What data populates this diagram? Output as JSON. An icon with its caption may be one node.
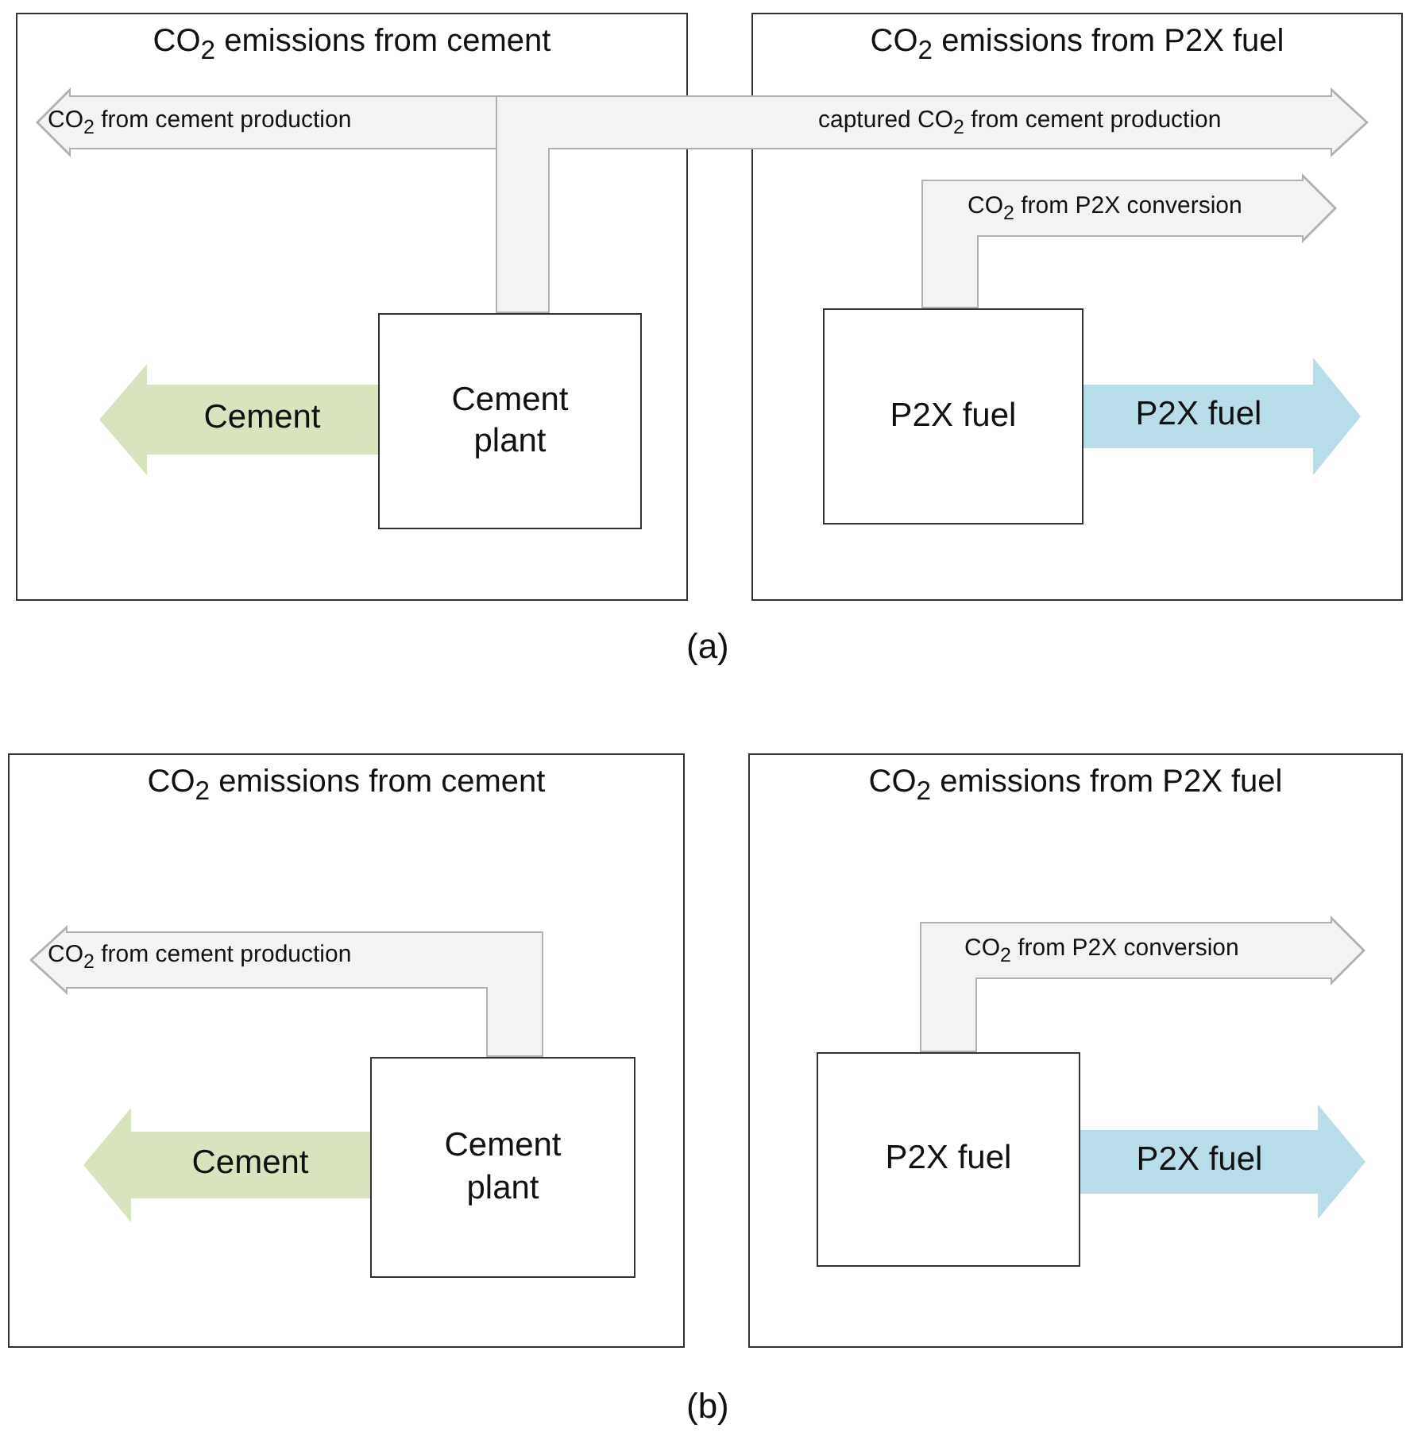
{
  "diagram": {
    "nodes": [
      {
        "text": [
          "CO$_{2}$ emissions from cement"
        ]
      },
      {
        "text": [
          "Cement plant"
        ],
        "in": 0
      },
      {
        "text": [
          "CO$_{2}$ emissions from P2X fuel"
        ]
      },
      {
        "text": [
          "P2X fuel"
        ],
        "in": 2
      },
      {
        "text": [
          "CO$_{2}$ emissions from cement"
        ]
      },
      {
        "text": [
          "Cement plant"
        ],
        "in": 4
      },
      {
        "text": [
          "CO$_{2}$ emissions from P2X fuel"
        ]
      },
      {
        "text": [
          "P2X fuel"
        ],
        "in": 6
      }
    ],
    "edges": [
      {
        "from": 1,
        "to": null,
        "arrow": "to",
        "label": "Cement",
        "color": "#d7e4bd"
      },
      {
        "from": 1,
        "to": null,
        "arrow": "to",
        "label": "CO$_{2}$ from cement production"
      },
      {
        "from": 1,
        "to": 2,
        "arrow": "to",
        "label": "captured CO$_{2}$ from cement production"
      },
      {
        "from": 3,
        "to": null,
        "arrow": "to",
        "label": "CO$_{2}$ from P2X conversion"
      },
      {
        "from": 3,
        "to": null,
        "arrow": "to",
        "label": "P2X fuel",
        "color": "#b7dde8"
      },
      {
        "from": 5,
        "to": null,
        "arrow": "to",
        "label": "Cement",
        "color": "#d7e4bd"
      },
      {
        "from": 5,
        "to": null,
        "arrow": "to",
        "label": "CO$_{2}$ from cement production"
      },
      {
        "from": 7,
        "to": null,
        "arrow": "to",
        "label": "CO$_{2}$ from P2X conversion"
      },
      {
        "from": 7,
        "to": null,
        "arrow": "to",
        "label": "P2X fuel",
        "color": "#b7dde8"
      }
    ],
    "labels": [
      "(a)",
      "(b)"
    ]
  }
}
